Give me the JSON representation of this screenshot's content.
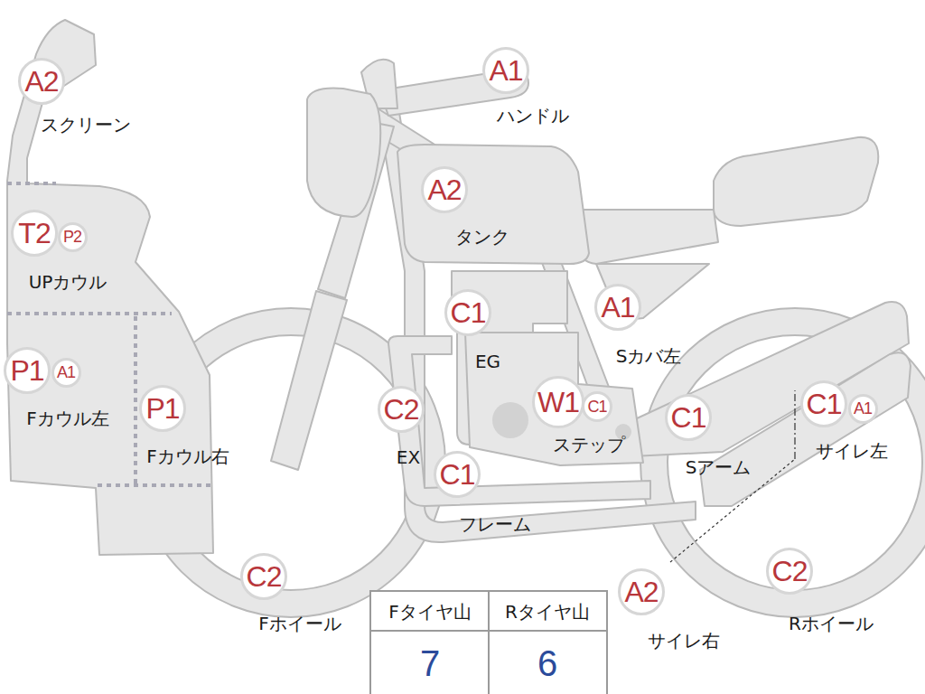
{
  "diagram": {
    "nodes": [
      {
        "text": [
          "A2"
        ]
      },
      {
        "text": [
          "A1"
        ]
      },
      {
        "text": [
          "A2"
        ]
      },
      {
        "text": [
          "T2"
        ]
      },
      {
        "text": [
          "P2"
        ]
      },
      {
        "text": [
          "C1"
        ]
      },
      {
        "text": [
          "A1"
        ]
      },
      {
        "text": [
          "P1"
        ]
      },
      {
        "text": [
          "A1"
        ]
      },
      {
        "text": [
          "C2"
        ]
      },
      {
        "text": [
          "W1"
        ]
      },
      {
        "text": [
          "C1"
        ]
      },
      {
        "text": [
          "P1"
        ]
      },
      {
        "text": [
          "C1"
        ]
      },
      {
        "text": [
          "C1"
        ]
      },
      {
        "text": [
          "A1"
        ]
      },
      {
        "text": [
          "C1"
        ]
      },
      {
        "text": [
          "C2"
        ]
      },
      {
        "text": [
          "A2"
        ]
      },
      {
        "text": [
          "C2"
        ]
      }
    ],
    "labels": [
      "スクリーン",
      "ハンドル",
      "タンク",
      "UPカウル",
      "EG",
      "Sカバ左",
      "Fカウル左",
      "Fカウル右",
      "EX",
      "ステップ",
      "Sアーム",
      "サイレ左",
      "フレーム",
      "Fホイール",
      "Fタイヤ山",
      "Rタイヤ山",
      "7",
      "6",
      "サイレ右",
      "Rホイール"
    ]
  }
}
